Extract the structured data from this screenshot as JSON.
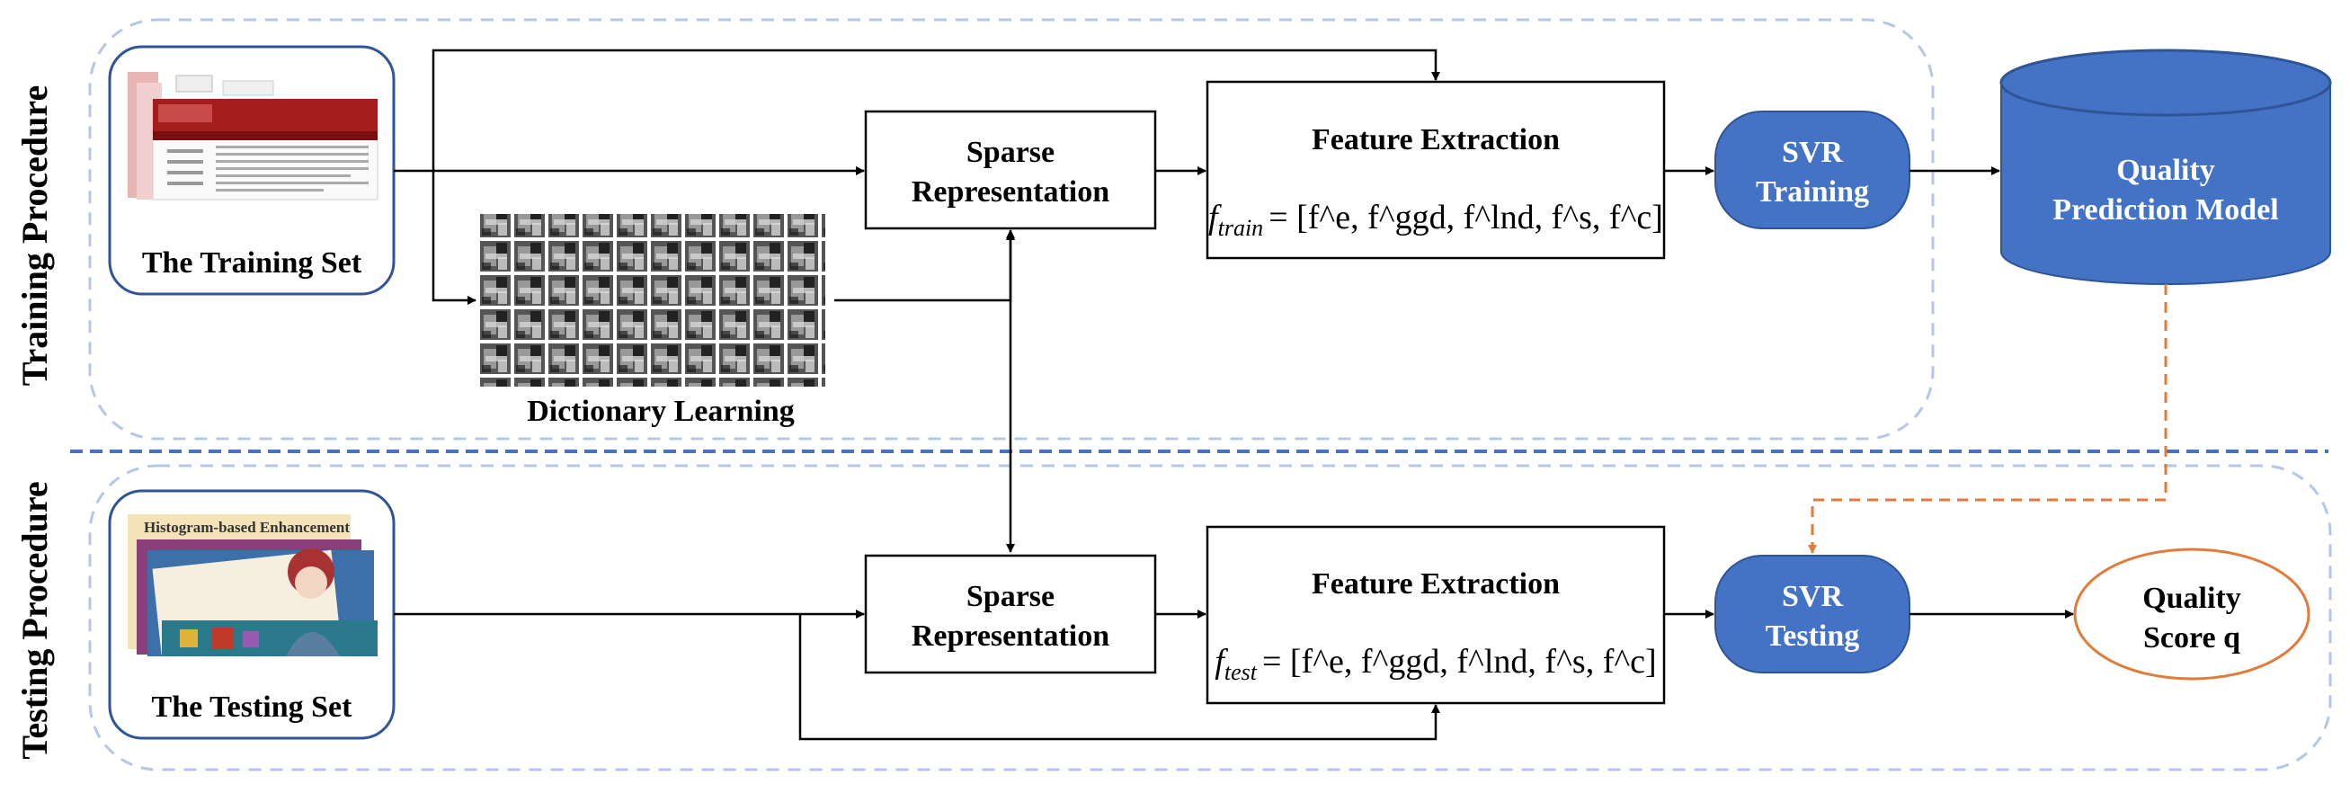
{
  "sections": {
    "training": "Training Procedure",
    "testing": "Testing Procedure"
  },
  "training": {
    "set_label": "The Training Set",
    "dictionary_label": "Dictionary Learning",
    "sparse_line1": "Sparse",
    "sparse_line2": "Representation",
    "feature_title": "Feature Extraction",
    "feature_formula": {
      "lhs": "f",
      "sub": "train",
      "rhs": "= [f^e, f^ggd, f^lnd, f^s, f^c]"
    },
    "svr_line1": "SVR",
    "svr_line2": "Training",
    "model_line1": "Quality",
    "model_line2": "Prediction Model"
  },
  "testing": {
    "set_label": "The Testing Set",
    "sparse_line1": "Sparse",
    "sparse_line2": "Representation",
    "feature_title": "Feature Extraction",
    "feature_formula": {
      "lhs": "f",
      "sub": "test",
      "rhs": "= [f^e, f^ggd, f^lnd, f^s, f^c]"
    },
    "svr_line1": "SVR",
    "svr_line2": "Testing",
    "score_line1": "Quality",
    "score_line2": "Score q",
    "thumb_caption": "Histogram-based Enhancement"
  },
  "colors": {
    "accent_blue": "#4472C4",
    "dashed_region": "#B4C7E7",
    "divider": "#4472C4",
    "orange": "#E07B39"
  }
}
